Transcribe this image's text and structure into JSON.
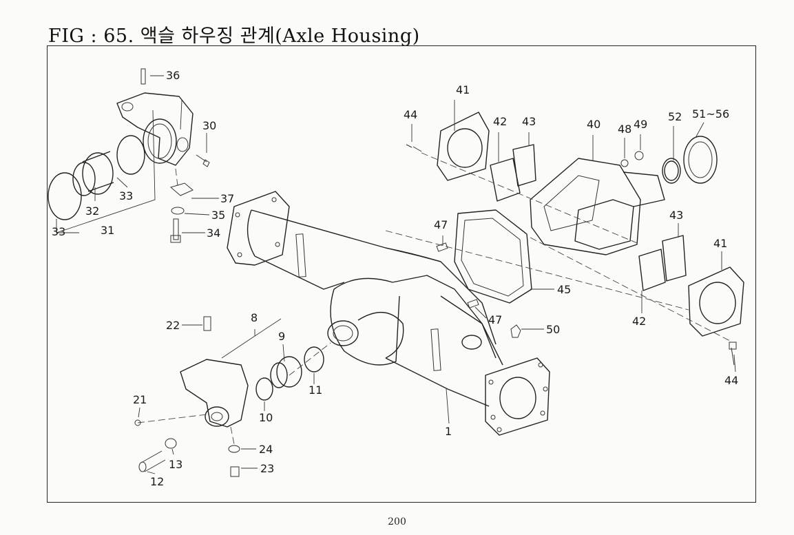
{
  "figure": {
    "title": "FIG : 65. 액슬 하우징 관계(Axle Housing)",
    "page_number": "200"
  },
  "callouts": {
    "c1": "1",
    "c8": "8",
    "c9": "9",
    "c10": "10",
    "c11": "11",
    "c12": "12",
    "c13": "13",
    "c21": "21",
    "c22": "22",
    "c23": "23",
    "c24": "24",
    "c30": "30",
    "c31": "31",
    "c32": "32",
    "c33a": "33",
    "c33b": "33",
    "c34": "34",
    "c35": "35",
    "c36": "36",
    "c37": "37",
    "c40": "40",
    "c41a": "41",
    "c41b": "41",
    "c42a": "42",
    "c42b": "42",
    "c43a": "43",
    "c43b": "43",
    "c44a": "44",
    "c44b": "44",
    "c45": "45",
    "c47a": "47",
    "c47b": "47",
    "c48": "48",
    "c49": "49",
    "c50": "50",
    "c51_56": "51~56",
    "c52": "52"
  }
}
